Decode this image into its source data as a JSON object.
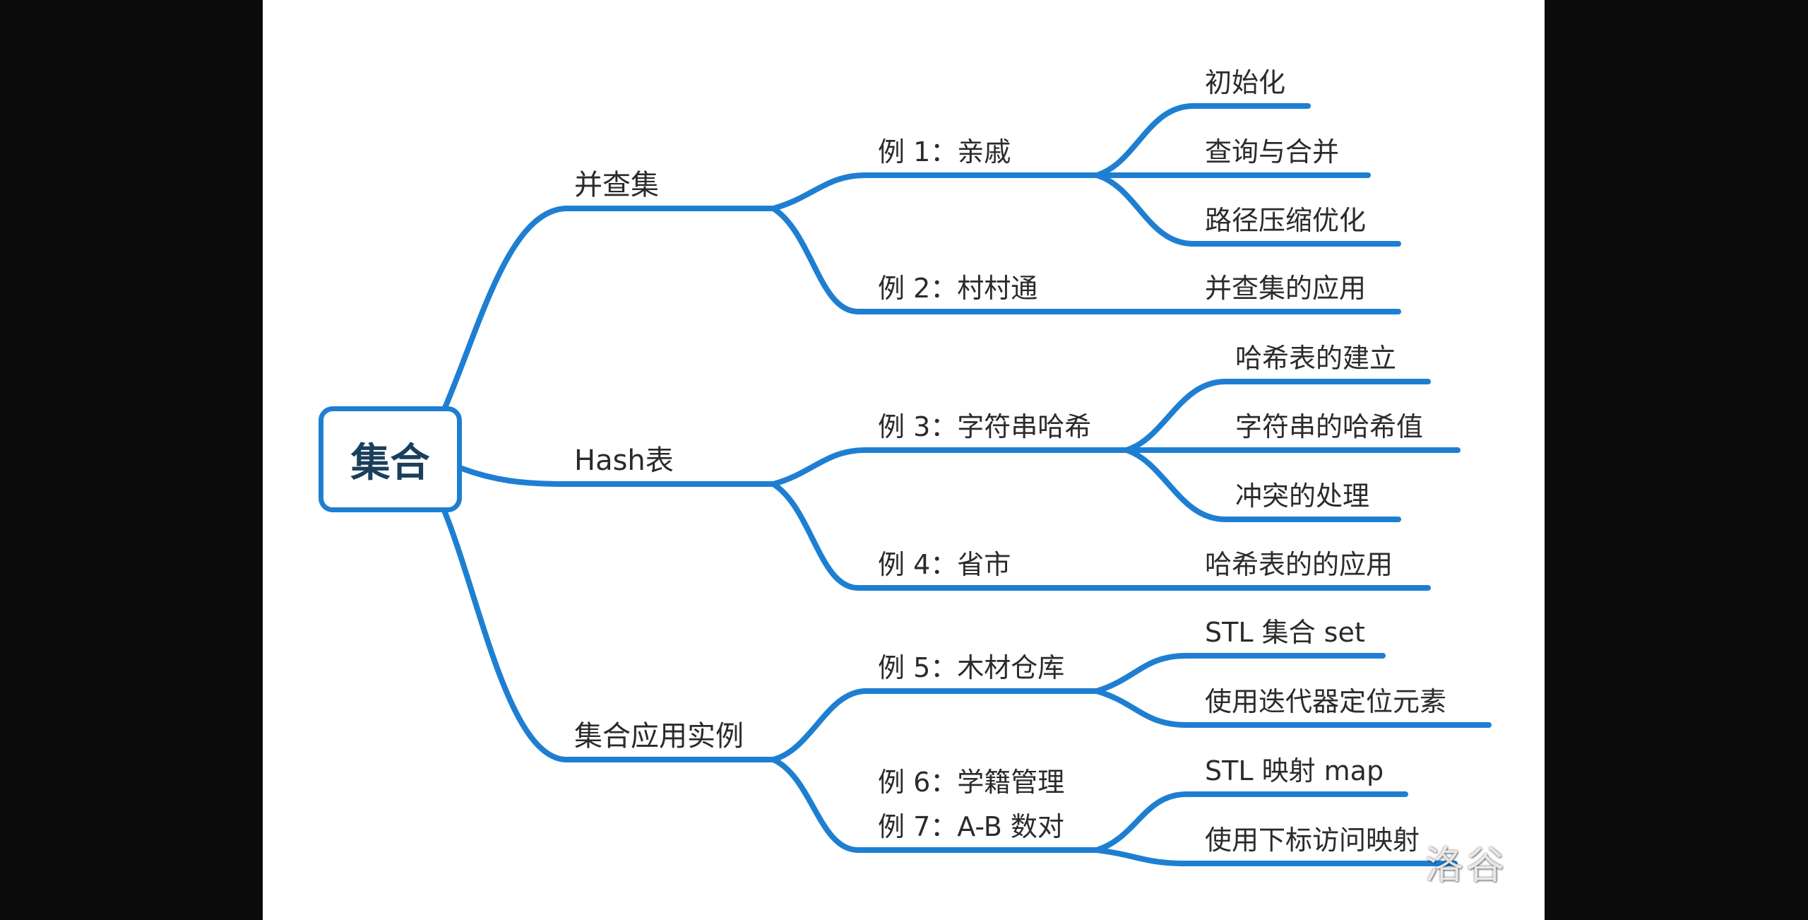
{
  "mindmap": {
    "root": {
      "label": "集合"
    },
    "branches": [
      {
        "label": "并查集",
        "examples": [
          {
            "label": "例 1：亲戚",
            "topics": [
              "初始化",
              "查询与合并",
              "路径压缩优化"
            ]
          },
          {
            "label": "例 2：村村通",
            "topics": [
              "并查集的应用"
            ]
          }
        ]
      },
      {
        "label": "Hash表",
        "examples": [
          {
            "label": "例 3：字符串哈希",
            "topics": [
              "哈希表的建立",
              "字符串的哈希值",
              "冲突的处理"
            ]
          },
          {
            "label": "例 4：省市",
            "topics": [
              "哈希表的的应用"
            ]
          }
        ]
      },
      {
        "label": "集合应用实例",
        "examples": [
          {
            "label": "例 5：木材仓库",
            "topics": [
              "STL 集合 set",
              "使用迭代器定位元素"
            ]
          },
          {
            "label": "例 6：学籍管理",
            "topics": []
          },
          {
            "label": "例 7：A-B 数对",
            "topics": [
              "STL 映射 map",
              "使用下标访问映射"
            ]
          }
        ]
      }
    ],
    "line_color": "#1e7fd2",
    "root_text_color": "#1a3f5c"
  },
  "watermark": {
    "text": "洛谷"
  }
}
